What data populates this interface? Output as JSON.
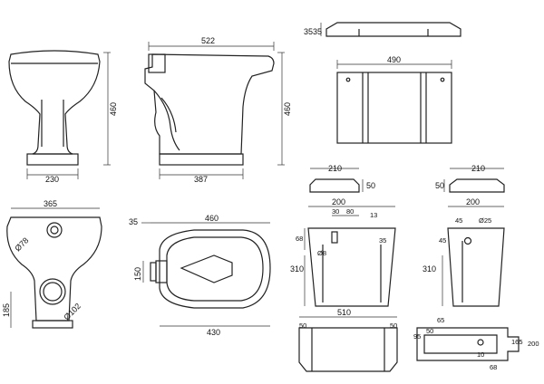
{
  "dims": {
    "front_height": "460",
    "front_base_width": "230",
    "side_width": "522",
    "side_height": "460",
    "side_base": "387",
    "lid_thickness": "3535",
    "cistern_width": "490",
    "lid_left_width": "210",
    "lid_left_height": "50",
    "lid_right_width": "210",
    "lid_right_height": "50",
    "pan_top_width": "365",
    "outlet_dia": "Ø78",
    "pan_inlet_offset": "185",
    "inlet_dia": "Ø102",
    "plan_offset": "35",
    "plan_width": "460",
    "plan_hinge": "150",
    "plan_depth": "430",
    "cist_side_top": "200",
    "cist_side_30": "30",
    "cist_side_80": "80",
    "cist_side_13": "13",
    "cist_side_68": "68",
    "cist_side_35": "35",
    "cist_side_dia8": "Ø8",
    "cist_side_height": "310",
    "cist_end_top": "200",
    "cist_end_45a": "45",
    "cist_end_dia25": "Ø25",
    "cist_end_45b": "45",
    "cist_end_height": "310",
    "cist_bottom_width": "510",
    "cist_bottom_left": "50",
    "cist_bottom_right": "50",
    "plan_right_65": "65",
    "plan_right_50": "50",
    "plan_right_95": "95",
    "plan_right_165": "165",
    "plan_right_200": "200",
    "plan_right_10": "10",
    "plan_right_68": "68"
  }
}
